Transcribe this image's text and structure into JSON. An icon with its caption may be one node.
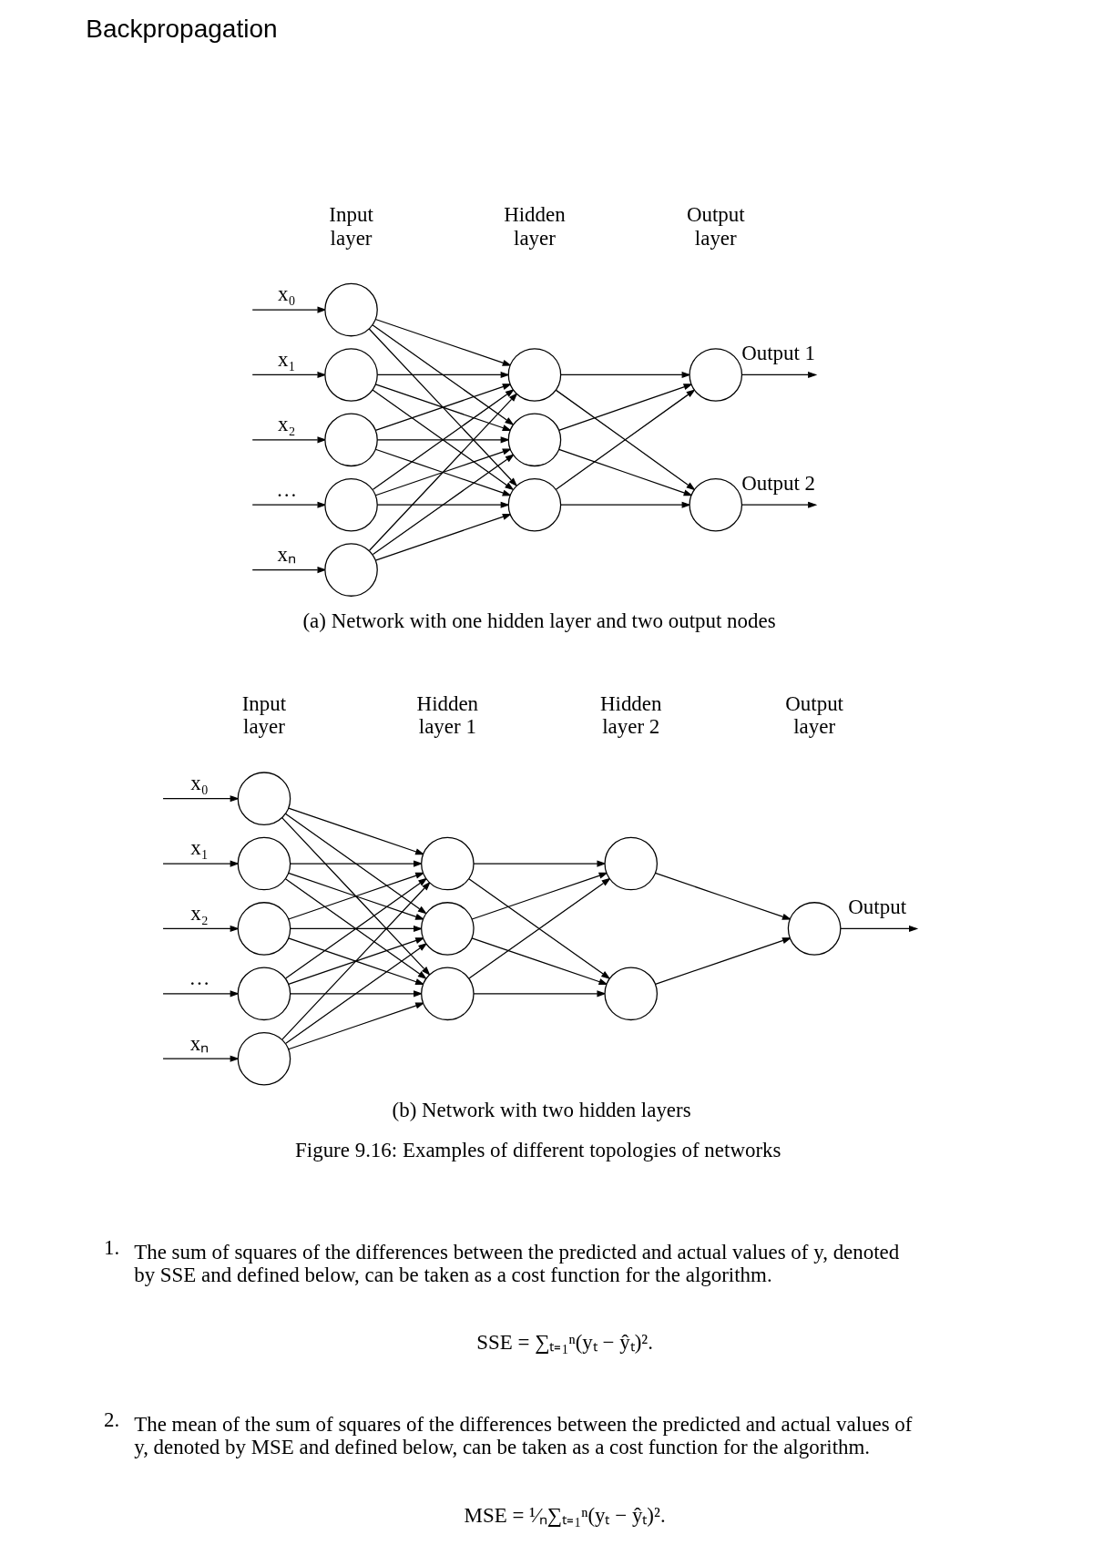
{
  "diagram": {
    "title": "Backpropagation",
    "nodes": [
      {
        "text": [],
        "shape": "circle"
      },
      {
        "text": [],
        "shape": "circle"
      },
      {
        "text": [],
        "shape": "circle"
      },
      {
        "text": [],
        "shape": "circle"
      },
      {
        "text": [],
        "shape": "circle"
      },
      {
        "text": [],
        "shape": "circle"
      },
      {
        "text": [],
        "shape": "circle"
      },
      {
        "text": [],
        "shape": "circle"
      },
      {
        "text": [],
        "shape": "circle"
      },
      {
        "text": [],
        "shape": "circle"
      },
      {
        "text": [],
        "shape": "circle"
      },
      {
        "text": [],
        "shape": "circle"
      },
      {
        "text": [],
        "shape": "circle"
      },
      {
        "text": [],
        "shape": "circle"
      },
      {
        "text": [],
        "shape": "circle"
      },
      {
        "text": [],
        "shape": "circle"
      },
      {
        "text": [],
        "shape": "circle"
      },
      {
        "text": [],
        "shape": "circle"
      },
      {
        "text": [],
        "shape": "circle"
      },
      {
        "text": [],
        "shape": "circle"
      },
      {
        "text": [],
        "shape": "circle"
      }
    ],
    "edges": [
      {
        "from": null,
        "to": 0,
        "arrow": "to",
        "label": "x₀"
      },
      {
        "from": null,
        "to": 1,
        "arrow": "to",
        "label": "x₁"
      },
      {
        "from": null,
        "to": 2,
        "arrow": "to",
        "label": "x₂"
      },
      {
        "from": null,
        "to": 3,
        "arrow": "to",
        "label": "…"
      },
      {
        "from": null,
        "to": 4,
        "arrow": "to",
        "label": "xₙ"
      },
      {
        "from": 0,
        "to": 5,
        "arrow": "to"
      },
      {
        "from": 0,
        "to": 6,
        "arrow": "to"
      },
      {
        "from": 0,
        "to": 7,
        "arrow": "to"
      },
      {
        "from": 1,
        "to": 5,
        "arrow": "to"
      },
      {
        "from": 1,
        "to": 6,
        "arrow": "to"
      },
      {
        "from": 1,
        "to": 7,
        "arrow": "to"
      },
      {
        "from": 2,
        "to": 5,
        "arrow": "to"
      },
      {
        "from": 2,
        "to": 6,
        "arrow": "to"
      },
      {
        "from": 2,
        "to": 7,
        "arrow": "to"
      },
      {
        "from": 3,
        "to": 5,
        "arrow": "to"
      },
      {
        "from": 3,
        "to": 6,
        "arrow": "to"
      },
      {
        "from": 3,
        "to": 7,
        "arrow": "to"
      },
      {
        "from": 4,
        "to": 5,
        "arrow": "to"
      },
      {
        "from": 4,
        "to": 6,
        "arrow": "to"
      },
      {
        "from": 4,
        "to": 7,
        "arrow": "to"
      },
      {
        "from": 5,
        "to": 8,
        "arrow": "to"
      },
      {
        "from": 5,
        "to": 9,
        "arrow": "to"
      },
      {
        "from": 6,
        "to": 8,
        "arrow": "to"
      },
      {
        "from": 6,
        "to": 9,
        "arrow": "to"
      },
      {
        "from": 7,
        "to": 8,
        "arrow": "to"
      },
      {
        "from": 7,
        "to": 9,
        "arrow": "to"
      },
      {
        "from": 8,
        "to": null,
        "arrow": "to",
        "label": "Output 1"
      },
      {
        "from": 9,
        "to": null,
        "arrow": "to",
        "label": "Output 2"
      },
      {
        "from": null,
        "to": 10,
        "arrow": "to",
        "label": "x₀"
      },
      {
        "from": null,
        "to": 11,
        "arrow": "to",
        "label": "x₁"
      },
      {
        "from": null,
        "to": 12,
        "arrow": "to",
        "label": "x₂"
      },
      {
        "from": null,
        "to": 13,
        "arrow": "to",
        "label": "…"
      },
      {
        "from": null,
        "to": 14,
        "arrow": "to",
        "label": "xₙ"
      },
      {
        "from": 10,
        "to": 15,
        "arrow": "to"
      },
      {
        "from": 10,
        "to": 16,
        "arrow": "to"
      },
      {
        "from": 10,
        "to": 17,
        "arrow": "to"
      },
      {
        "from": 11,
        "to": 15,
        "arrow": "to"
      },
      {
        "from": 11,
        "to": 16,
        "arrow": "to"
      },
      {
        "from": 11,
        "to": 17,
        "arrow": "to"
      },
      {
        "from": 12,
        "to": 15,
        "arrow": "to"
      },
      {
        "from": 12,
        "to": 16,
        "arrow": "to"
      },
      {
        "from": 12,
        "to": 17,
        "arrow": "to"
      },
      {
        "from": 13,
        "to": 15,
        "arrow": "to"
      },
      {
        "from": 13,
        "to": 16,
        "arrow": "to"
      },
      {
        "from": 13,
        "to": 17,
        "arrow": "to"
      },
      {
        "from": 14,
        "to": 15,
        "arrow": "to"
      },
      {
        "from": 14,
        "to": 16,
        "arrow": "to"
      },
      {
        "from": 14,
        "to": 17,
        "arrow": "to"
      },
      {
        "from": 15,
        "to": 18,
        "arrow": "to"
      },
      {
        "from": 15,
        "to": 19,
        "arrow": "to"
      },
      {
        "from": 16,
        "to": 18,
        "arrow": "to"
      },
      {
        "from": 16,
        "to": 19,
        "arrow": "to"
      },
      {
        "from": 17,
        "to": 18,
        "arrow": "to"
      },
      {
        "from": 17,
        "to": 19,
        "arrow": "to"
      },
      {
        "from": 18,
        "to": 20,
        "arrow": "to"
      },
      {
        "from": 19,
        "to": 20,
        "arrow": "to"
      },
      {
        "from": 20,
        "to": null,
        "arrow": "to",
        "label": "Output"
      }
    ],
    "labels": [
      "Input layer",
      "Hidden layer",
      "Output layer",
      "(a) Network with one hidden layer and two output nodes",
      "Input layer",
      "Hidden layer 1",
      "Hidden layer 2",
      "Output layer",
      "(b) Network with two hidden layers",
      "Figure 9.16: Examples of different topologies of networks",
      "1.",
      "The sum of squares of the differences between the predicted and actual values of y, denoted by SSE and defined below, can be taken as a cost function for the algorithm.",
      "SSE = ∑ₜ₌₁ⁿ(yₜ − ŷₜ)².",
      "2.",
      "The mean of the sum of squares of the differences between the predicted and actual values of y, denoted by MSE and defined below, can be taken as a cost function for the algorithm.",
      "MSE = ¹⁄ₙ∑ₜ₌₁ⁿ(yₜ − ŷₜ)²."
    ]
  }
}
